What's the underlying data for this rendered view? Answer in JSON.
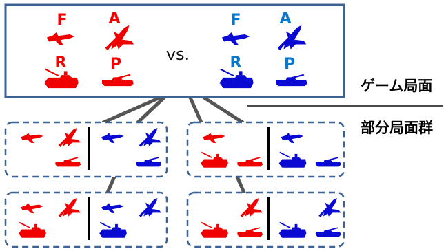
{
  "colors": {
    "red": "#f00000",
    "blue": "#0a0ad2",
    "blue_label": "#0a78c8",
    "frame": "#3d6294",
    "connector": "#555555",
    "divider": "#000000"
  },
  "main_panel": {
    "red_side": {
      "fighter_label": "F",
      "attacker_label": "A",
      "recon_label": "R",
      "tank_label": "P"
    },
    "vs_label": "vs.",
    "blue_side": {
      "fighter_label": "F",
      "attacker_label": "A",
      "recon_label": "R",
      "tank_label": "P"
    }
  },
  "legend": {
    "game_state_label": "ゲーム局面",
    "subgame_label": "部分局面群"
  },
  "subgames": [
    {
      "red_units": [
        "fighter",
        "attacker",
        "tank"
      ],
      "blue_units": [
        "fighter",
        "attacker",
        "tank"
      ]
    },
    {
      "red_units": [
        "fighter",
        "recon",
        "tank"
      ],
      "blue_units": [
        "fighter",
        "recon",
        "tank"
      ]
    },
    {
      "red_units": [
        "fighter",
        "attacker",
        "recon"
      ],
      "blue_units": [
        "fighter",
        "attacker",
        "recon"
      ]
    },
    {
      "red_units": [
        "attacker",
        "recon",
        "tank"
      ],
      "blue_units": [
        "attacker",
        "recon",
        "tank"
      ]
    }
  ]
}
